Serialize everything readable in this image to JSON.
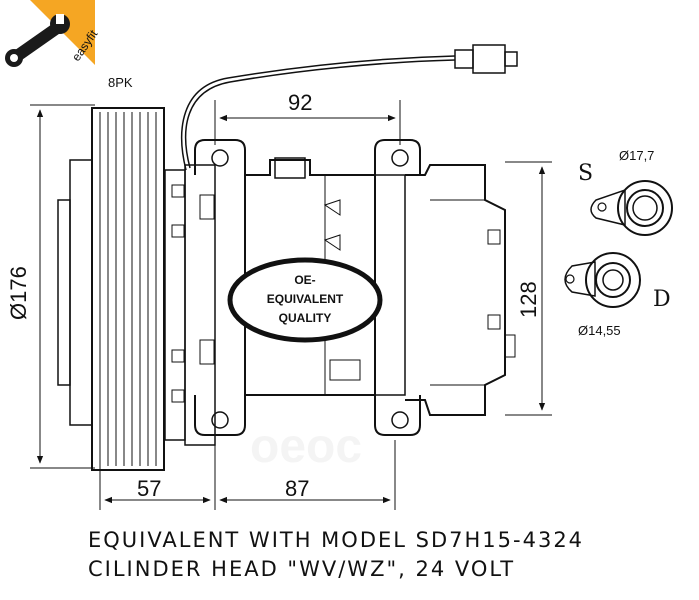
{
  "brand": {
    "logo_text": "easyfit",
    "accent_color": "#f5a623",
    "icon": "wrench-icon"
  },
  "belt": {
    "label": "8PK"
  },
  "dimensions": {
    "top_width": "92",
    "pulley_diameter": "Ø176",
    "height": "128",
    "pulley_offset": "57",
    "body_length": "87"
  },
  "stamp": {
    "line1": "OE-",
    "line2": "EQUIVALENT",
    "line3": "QUALITY"
  },
  "ports": {
    "suction": {
      "letter": "S",
      "diameter": "Ø17,7"
    },
    "discharge": {
      "letter": "D",
      "diameter": "Ø14,55"
    }
  },
  "watermark": {
    "text": "oeoc",
    "color": "#cccccc"
  },
  "footer": {
    "line1": "EQUIVALENT WITH MODEL SD7H15-4324",
    "line2": "CILINDER HEAD \"WV/WZ\", 24 VOLT"
  }
}
